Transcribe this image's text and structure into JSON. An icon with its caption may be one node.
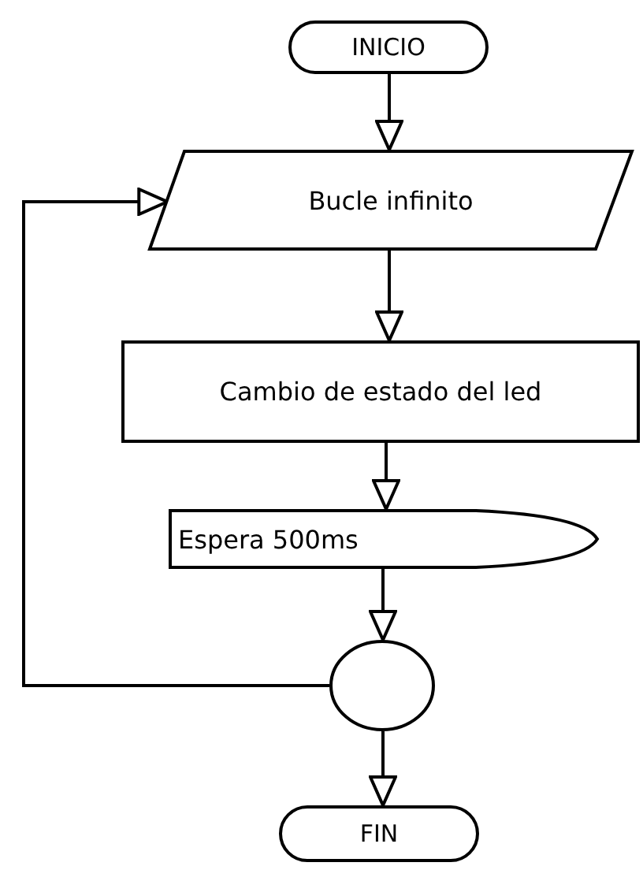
{
  "diagram": {
    "nodes": [
      {
        "text": [
          "INICIO"
        ]
      },
      {
        "text": [
          "Bucle infinito"
        ]
      },
      {
        "text": [
          "Cambio de estado del led"
        ]
      },
      {
        "text": [
          "Espera 500ms"
        ]
      },
      {
        "text": [],
        "shape": "circle"
      },
      {
        "text": [
          "FIN"
        ]
      }
    ],
    "edges": [
      {
        "from": 0,
        "to": 1,
        "arrow": "to"
      },
      {
        "from": 1,
        "to": 2,
        "arrow": "to"
      },
      {
        "from": 2,
        "to": 3,
        "arrow": "to"
      },
      {
        "from": 3,
        "to": 4,
        "arrow": "to"
      },
      {
        "from": 4,
        "to": 5,
        "arrow": "to"
      },
      {
        "from": 4,
        "to": 1,
        "arrow": "to"
      }
    ]
  }
}
